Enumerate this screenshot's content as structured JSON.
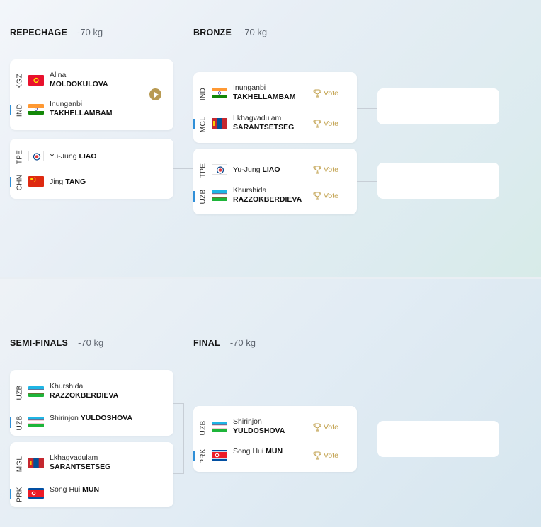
{
  "top": {
    "repechage": {
      "title": "REPECHAGE",
      "weight": "-70 kg"
    },
    "bronze": {
      "title": "BRONZE",
      "weight": "-70 kg"
    },
    "repechage_matches": [
      {
        "a": {
          "country": "KGZ",
          "first": "Alina",
          "last": "MOLDOKULOVA"
        },
        "b": {
          "country": "IND",
          "first": "Inunganbi",
          "last": "TAKHELLAMBAM"
        }
      },
      {
        "a": {
          "country": "TPE",
          "first": "Yu-Jung",
          "last": "LIAO"
        },
        "b": {
          "country": "CHN",
          "first": "Jing",
          "last": "TANG"
        }
      }
    ],
    "bronze_matches": [
      {
        "a": {
          "country": "IND",
          "first": "Inunganbi",
          "last": "TAKHELLAMBAM",
          "vote": "Vote"
        },
        "b": {
          "country": "MGL",
          "first": "Lkhagvadulam",
          "last": "SARANTSETSEG",
          "vote": "Vote"
        }
      },
      {
        "a": {
          "country": "TPE",
          "first": "Yu-Jung",
          "last": "LIAO",
          "vote": "Vote"
        },
        "b": {
          "country": "UZB",
          "first": "Khurshida",
          "last": "RAZZOKBERDIEVA",
          "vote": "Vote"
        }
      }
    ]
  },
  "bottom": {
    "semis": {
      "title": "SEMI-FINALS",
      "weight": "-70 kg"
    },
    "final": {
      "title": "FINAL",
      "weight": "-70 kg"
    },
    "semi_matches": [
      {
        "a": {
          "country": "UZB",
          "first": "Khurshida",
          "last": "RAZZOKBERDIEVA"
        },
        "b": {
          "country": "UZB",
          "first": "Shirinjon",
          "last": "YULDOSHOVA"
        }
      },
      {
        "a": {
          "country": "MGL",
          "first": "Lkhagvadulam",
          "last": "SARANTSETSEG"
        },
        "b": {
          "country": "PRK",
          "first": "Song Hui",
          "last": "MUN"
        }
      }
    ],
    "final_match": {
      "a": {
        "country": "UZB",
        "first": "Shirinjon",
        "last": "YULDOSHOVA",
        "vote": "Vote"
      },
      "b": {
        "country": "PRK",
        "first": "Song Hui",
        "last": "MUN",
        "vote": "Vote"
      }
    }
  },
  "icons": {
    "vote": "trophy-icon",
    "play": "play-icon"
  },
  "colors": {
    "vote_gold": "#c2a24f",
    "winner_marker": "#2f8fd8",
    "play_button": "#b89a52"
  }
}
